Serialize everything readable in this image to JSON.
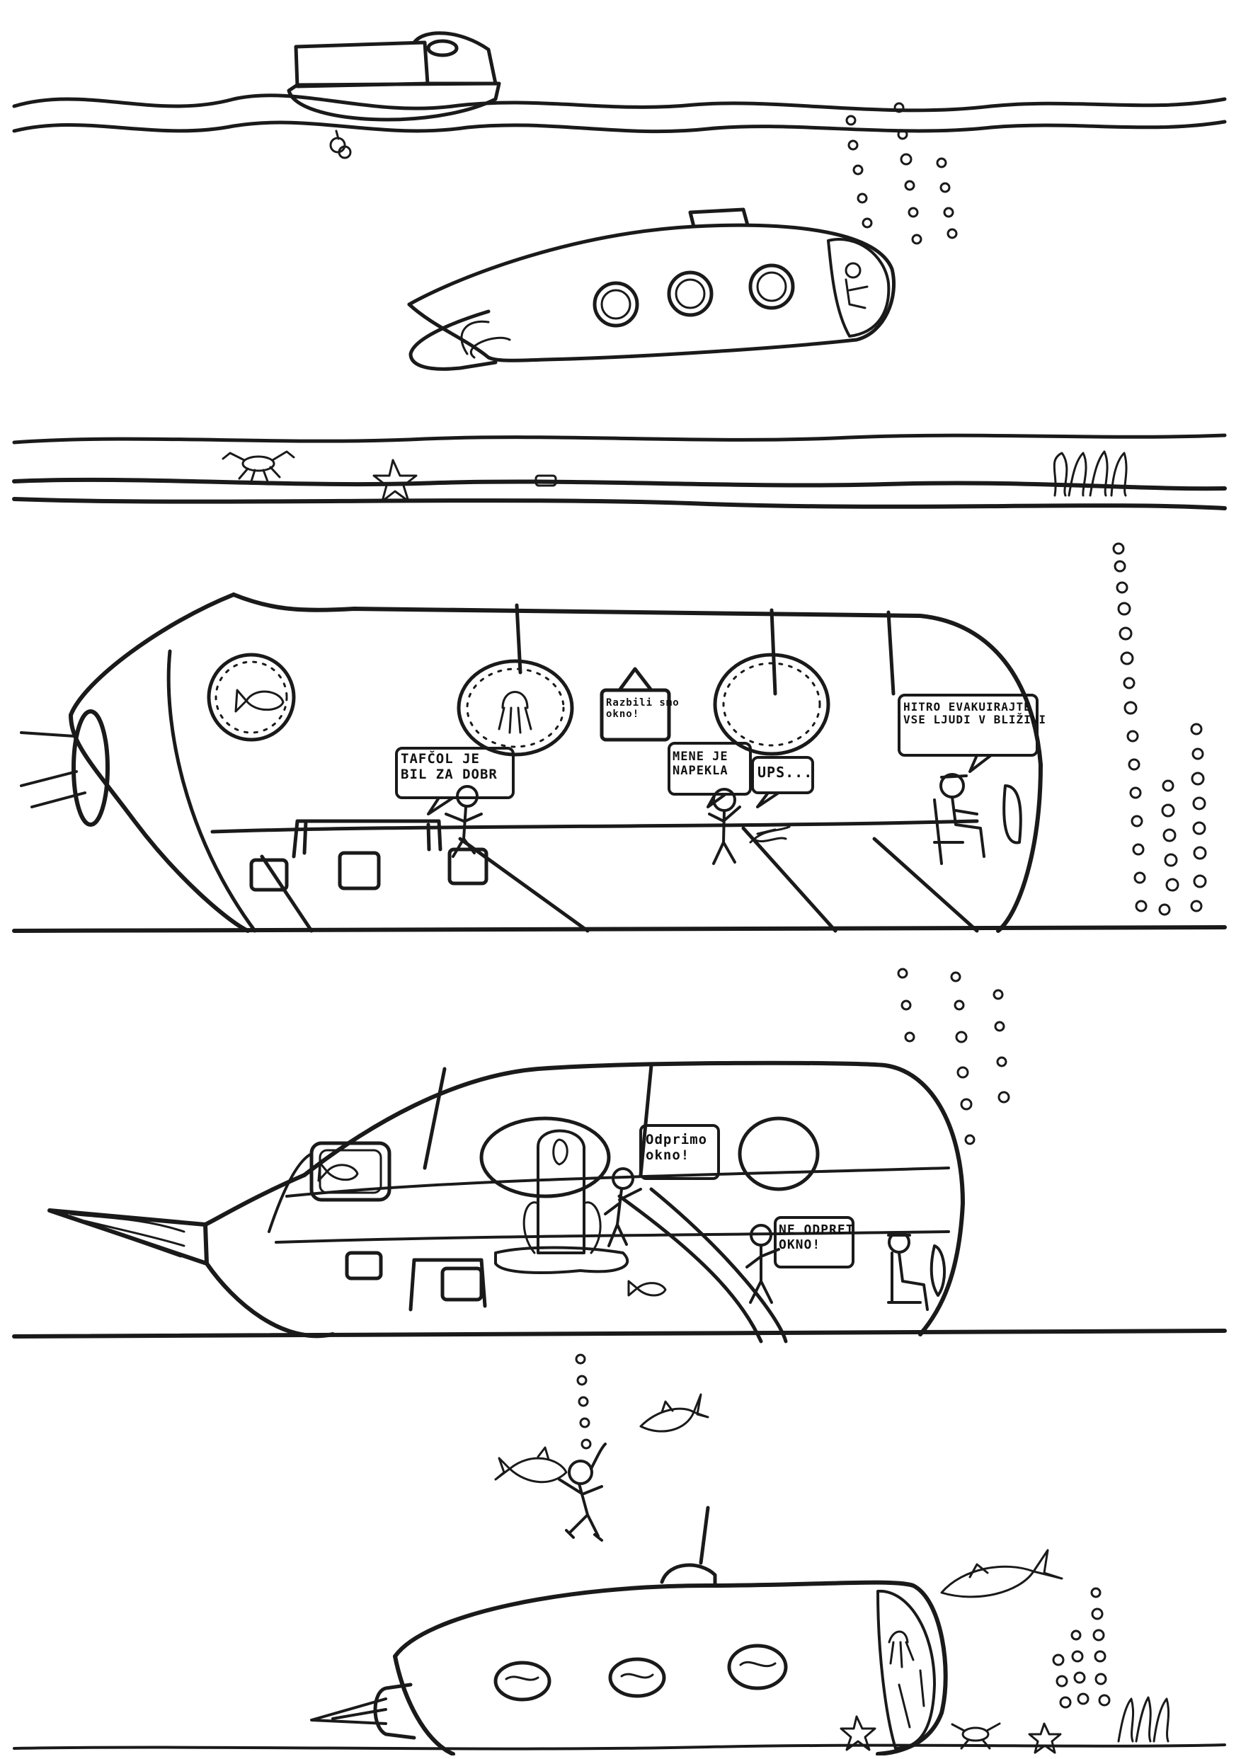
{
  "panels": [
    {
      "id": "panel-1",
      "scene": "boat-and-diving-submarine"
    },
    {
      "id": "panel-2",
      "scene": "submarine-interior-flooding"
    },
    {
      "id": "panel-3",
      "scene": "submarine-interior-window-broken"
    },
    {
      "id": "panel-4",
      "scene": "diver-and-submarine-on-seabed"
    }
  ],
  "speech": {
    "p2_left": "TAFČOL JE\nBIL ZA DOBR",
    "p2_sign": "Razbili smo\nokno!",
    "p2_middle": "MENE JE\nNAPEKLA",
    "p2_ups": "UPS...",
    "p2_captain": "HITRO EVAKUIRAJTE\nVSE LJUDI V BLIŽINI",
    "p3_close": "Odprimo\nokno!",
    "p3_dont": "NE ODPRET\nOKNO!"
  },
  "colors": {
    "ink": "#1a1a1a",
    "paper": "#ffffff"
  }
}
